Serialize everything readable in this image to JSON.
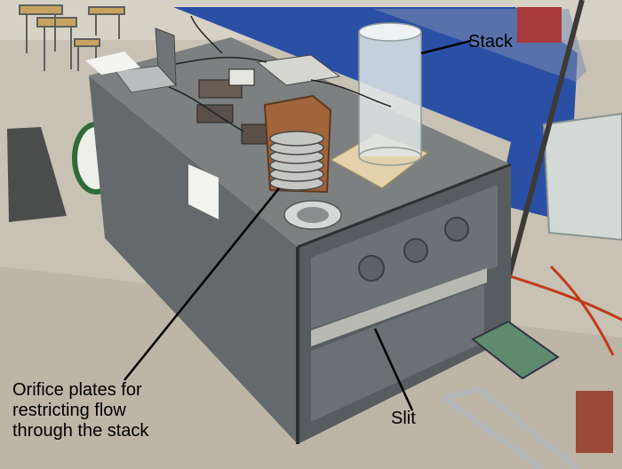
{
  "photo": {
    "subject": "wind-tunnel-stack-apparatus",
    "colors": {
      "floor": "#c8c2b4",
      "box_top": "#7c8081",
      "box_side": "#646a6c",
      "box_front": "#565c5f",
      "tunnel_blue": "#2a4fa4",
      "wood": "#a2643a",
      "acrylic": "#dfe6e6",
      "red_wire": "#c23a1a"
    }
  },
  "annotations": {
    "stack": "Stack",
    "slit": "Slit",
    "orifice_line1": "Orifice plates for",
    "orifice_line2": "restricting flow",
    "orifice_line3": "through the stack"
  }
}
